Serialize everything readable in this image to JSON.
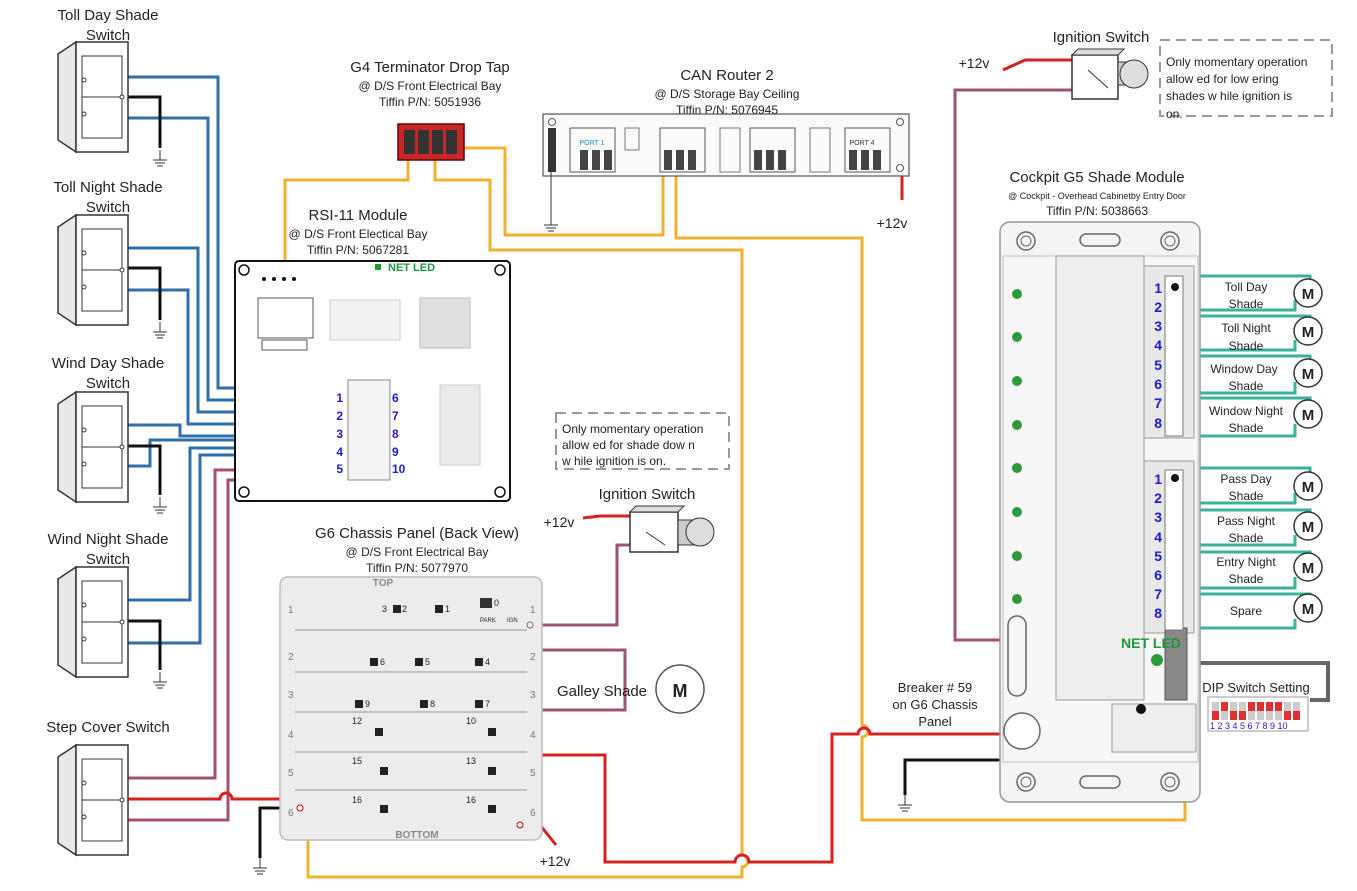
{
  "switches": [
    {
      "label1": "Toll Day Shade",
      "label2": "Switch"
    },
    {
      "label1": "Toll Night Shade",
      "label2": "Switch"
    },
    {
      "label1": "Wind Day Shade",
      "label2": "Switch"
    },
    {
      "label1": "Wind Night Shade",
      "label2": "Switch"
    },
    {
      "label1": "Step Cover Switch",
      "label2": ""
    }
  ],
  "g4": {
    "title": "G4 Terminator Drop Tap",
    "loc": "@ D/S Front Electrical Bay",
    "pn": "Tiffin P/N: 5051936"
  },
  "router": {
    "title": "CAN Router 2",
    "loc": "@ D/S Storage Bay Ceiling",
    "pn": "Tiffin P/N: 5076945",
    "port1": "PORT 1",
    "port4": "PORT 4"
  },
  "rsi": {
    "title": "RSI-11 Module",
    "loc": "@ D/S Front Electical Bay",
    "pn": "Tiffin P/N: 5067281",
    "led": "NET LED",
    "left_pins": [
      "1",
      "2",
      "3",
      "4",
      "5"
    ],
    "right_pins": [
      "6",
      "7",
      "8",
      "9",
      "10"
    ]
  },
  "note1": {
    "lines": [
      "Only momentary operation",
      "allow ed for shade dow n",
      "w hile ignition is on."
    ]
  },
  "ign1": {
    "label": "Ignition Switch",
    "power": "+12v"
  },
  "ign2": {
    "label": "Ignition Switch",
    "power": "+12v"
  },
  "note2": {
    "lines": [
      "Only momentary operation",
      "allow ed for low ering",
      "shades w hile ignition is",
      "on."
    ]
  },
  "router_power": "+12v",
  "g6": {
    "title": "G6 Chassis Panel (Back View)",
    "loc": "@ D/S Front Electrical Bay",
    "pn": "Tiffin P/N: 5077970",
    "top": "TOP",
    "bottom": "BOTTOM",
    "row_nums": [
      "1",
      "2",
      "3",
      "4",
      "5",
      "6"
    ],
    "slots": [
      "3",
      "2",
      "1",
      "0",
      "6",
      "5",
      "4",
      "9",
      "8",
      "7",
      "12",
      "10",
      "15",
      "13",
      "16",
      "16"
    ],
    "park": "PARK",
    "ign": "IGN",
    "power": "+12v"
  },
  "galley": {
    "label": "Galley Shade",
    "motor": "M"
  },
  "g5": {
    "title": "Cockpit G5 Shade Module",
    "loc": "@ Cockpit - Overhead Cabinetby Entry Door",
    "pn": "Tiffin P/N: 5038663",
    "led": "NET LED",
    "dip": "DIP Switch Setting",
    "dip_nums": "1 2 3 4 5 6 7 8 9 10",
    "pins": [
      "1",
      "2",
      "3",
      "4",
      "5",
      "6",
      "7",
      "8"
    ]
  },
  "motors_upper": [
    {
      "l1": "Toll Day",
      "l2": "Shade"
    },
    {
      "l1": "Toll Night",
      "l2": "Shade"
    },
    {
      "l1": "Window  Day",
      "l2": "Shade"
    },
    {
      "l1": "Window  Night",
      "l2": "Shade"
    }
  ],
  "motors_lower": [
    {
      "l1": "Pass Day",
      "l2": "Shade"
    },
    {
      "l1": "Pass Night",
      "l2": "Shade"
    },
    {
      "l1": "Entry Night",
      "l2": "Shade"
    },
    {
      "l1": "Spare",
      "l2": ""
    }
  ],
  "motor_letter": "M",
  "breaker": {
    "lines": [
      "Breaker # 59",
      "on G6 Chassis",
      "Panel"
    ]
  }
}
